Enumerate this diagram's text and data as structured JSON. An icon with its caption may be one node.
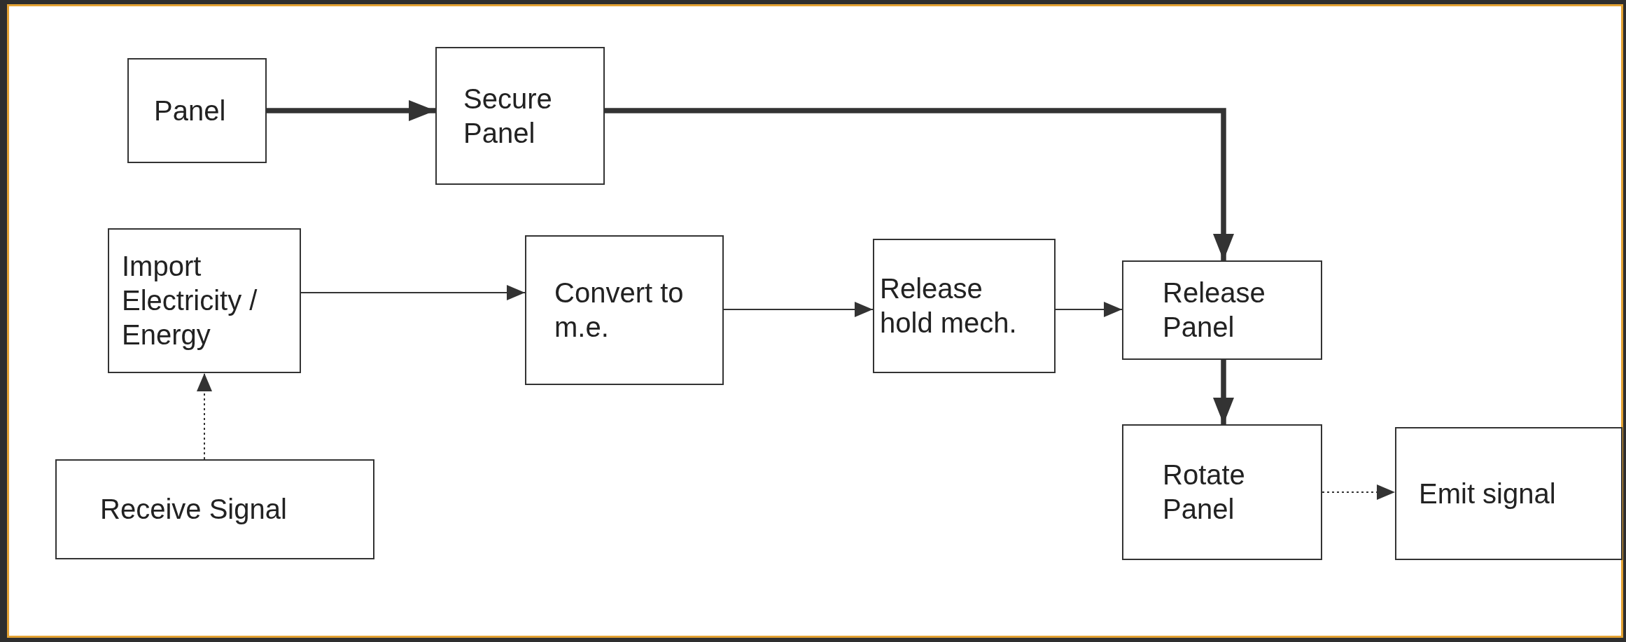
{
  "diagram": {
    "nodes": [
      {
        "text": [
          "Panel"
        ]
      },
      {
        "text": [
          "Secure Panel"
        ]
      },
      {
        "text": [
          "Import Electricity / Energy"
        ]
      },
      {
        "text": [
          "Convert to m.e."
        ]
      },
      {
        "text": [
          "Release hold mech."
        ]
      },
      {
        "text": [
          "Release Panel"
        ]
      },
      {
        "text": [
          "Receive Signal"
        ]
      },
      {
        "text": [
          "Rotate Panel"
        ]
      },
      {
        "text": [
          "Emit signal"
        ]
      }
    ],
    "edges": [
      {
        "from": 0,
        "to": 1,
        "arrow": "to",
        "style": "thick"
      },
      {
        "from": 1,
        "to": 5,
        "arrow": "to",
        "style": "thick"
      },
      {
        "from": 2,
        "to": 3,
        "arrow": "to"
      },
      {
        "from": 3,
        "to": 4,
        "arrow": "to"
      },
      {
        "from": 4,
        "to": 5,
        "arrow": "to"
      },
      {
        "from": 5,
        "to": 7,
        "arrow": "to",
        "style": "thick"
      },
      {
        "from": 6,
        "to": 2,
        "arrow": "to",
        "style": "dashed"
      },
      {
        "from": 7,
        "to": 8,
        "arrow": "to",
        "style": "dashed"
      }
    ]
  }
}
